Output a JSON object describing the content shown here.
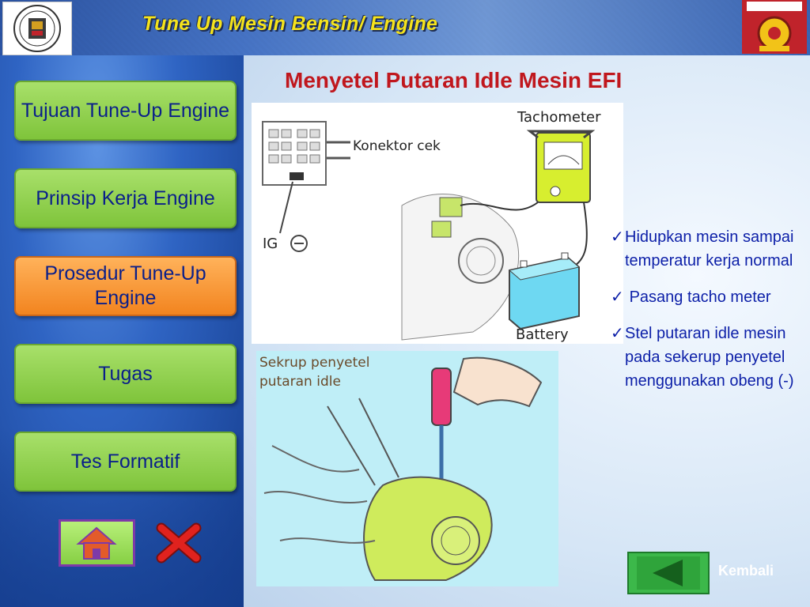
{
  "header": {
    "title": "Tune Up Mesin Bensin/ Engine",
    "logo_left": "school-seal-logo",
    "logo_right": "smk-setia-budhi-logo"
  },
  "sidebar": {
    "items": [
      {
        "label": "Tujuan Tune-Up Engine",
        "active": false
      },
      {
        "label": "Prinsip Kerja Engine",
        "active": false
      },
      {
        "label": "Prosedur Tune-Up Engine",
        "active": true
      },
      {
        "label": "Tugas",
        "active": false
      },
      {
        "label": "Tes Formatif",
        "active": false
      }
    ],
    "home_icon": "home-icon",
    "close_icon": "close-icon"
  },
  "main": {
    "title": "Menyetel Putaran Idle Mesin EFI",
    "diagram": {
      "tachometer_label": "Tachometer",
      "connector_label": "Konektor cek",
      "ig_label": "IG",
      "battery_label": "Battery"
    },
    "photo": {
      "caption_line1": "Sekrup penyetel",
      "caption_line2": "putaran idle"
    },
    "bullets": [
      "Hidupkan mesin sampai temperatur kerja normal",
      " Pasang tacho meter",
      "Stel putaran idle mesin pada sekerup penyetel menggunakan obeng (-)"
    ],
    "back_label": "Kembali"
  },
  "colors": {
    "title_yellow": "#f5e31c",
    "heading_red": "#c0171d",
    "nav_green": "#8fd14f",
    "nav_active_orange": "#f5922e",
    "bullet_blue": "#0c1fa8"
  }
}
